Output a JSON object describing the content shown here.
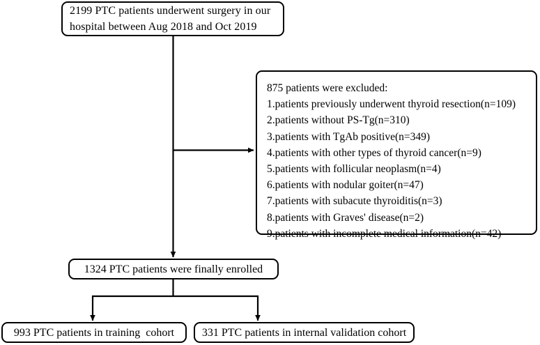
{
  "diagram": {
    "title": "PTC patient enrollment flow diagram",
    "type": "flowchart",
    "stroke_color": "#000000",
    "background_color": "#ffffff",
    "nodes": {
      "source": {
        "text": "2199 PTC patients underwent surgery in our\nhospital between Aug 2018 and Oct 2019"
      },
      "excluded": {
        "text": "875 patients were excluded:\n1.patients previously underwent thyroid resection(n=109)\n2.patients without PS-Tg(n=310)\n3.patients with TgAb positive(n=349)\n4.patients with other types of thyroid cancer(n=9)\n5.patients with follicular neoplasm(n=4)\n6.patients with nodular goiter(n=47)\n7.patients with subacute thyroiditis(n=3)\n8.patients with Graves' disease(n=2)\n9.patients with incomplete medical information(n=42)",
        "header": "875 patients were excluded:",
        "items": [
          "1.patients previously underwent thyroid resection(n=109)",
          "2.patients without PS-Tg(n=310)",
          "3.patients with TgAb positive(n=349)",
          "4.patients with other types of thyroid cancer(n=9)",
          "5.patients with follicular neoplasm(n=4)",
          "6.patients with nodular goiter(n=47)",
          "7.patients with subacute thyroiditis(n=3)",
          "8.patients with Graves' disease(n=2)",
          "9.patients with incomplete medical information(n=42)"
        ]
      },
      "enrolled": {
        "text": "1324 PTC patients were finally enrolled"
      },
      "training": {
        "text": "993 PTC patients in training  cohort"
      },
      "validation": {
        "text": "331 PTC patients in internal validation cohort"
      }
    },
    "counts": {
      "total_screened": 2199,
      "total_excluded": 875,
      "total_enrolled": 1324,
      "training_cohort": 993,
      "internal_validation_cohort": 331
    },
    "edges": [
      {
        "name": "source-to-enrolled",
        "from": "source",
        "to": "enrolled",
        "arrow": true
      },
      {
        "name": "source-to-excluded",
        "from": "source",
        "to": "excluded",
        "arrow": true
      },
      {
        "name": "enrolled-to-training",
        "from": "enrolled",
        "to": "training",
        "arrow": true
      },
      {
        "name": "enrolled-to-validation",
        "from": "enrolled",
        "to": "validation",
        "arrow": true
      }
    ]
  }
}
